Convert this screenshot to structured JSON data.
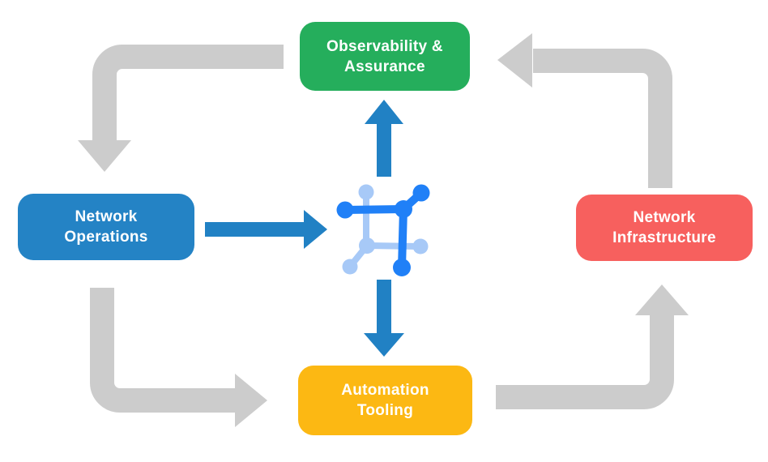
{
  "diagram": {
    "nodes": {
      "observability": {
        "label": "Observability &\nAssurance",
        "color": "#25ae5c"
      },
      "operations": {
        "label": "Network\nOperations",
        "color": "#2483c5"
      },
      "infrastructure": {
        "label": "Network\nInfrastructure",
        "color": "#f7605e"
      },
      "automation": {
        "label": "Automation\nTooling",
        "color": "#fcb813"
      }
    },
    "center_icon": {
      "name": "network-platform-icon"
    },
    "edges": {
      "outer_cycle": [
        {
          "from": "observability",
          "to": "operations",
          "style": "gray"
        },
        {
          "from": "operations",
          "to": "automation",
          "style": "gray"
        },
        {
          "from": "automation",
          "to": "infrastructure",
          "style": "gray"
        },
        {
          "from": "infrastructure",
          "to": "observability",
          "style": "gray"
        }
      ],
      "platform_links": [
        {
          "from": "operations",
          "to": "platform",
          "style": "blue"
        },
        {
          "from": "platform",
          "to": "observability",
          "style": "blue"
        },
        {
          "from": "platform",
          "to": "automation",
          "style": "blue"
        }
      ]
    },
    "colors": {
      "observability_green": "#25ae5c",
      "operations_blue": "#2483c5",
      "infrastructure_red": "#f7605e",
      "automation_yellow": "#fcb813",
      "arrow_gray": "#cccccc",
      "arrow_blue": "#2181c4",
      "icon_dark_blue": "#2080f7",
      "icon_light_blue": "#a7c9f7",
      "label_text": "#ffffff",
      "background": "#ffffff"
    }
  }
}
